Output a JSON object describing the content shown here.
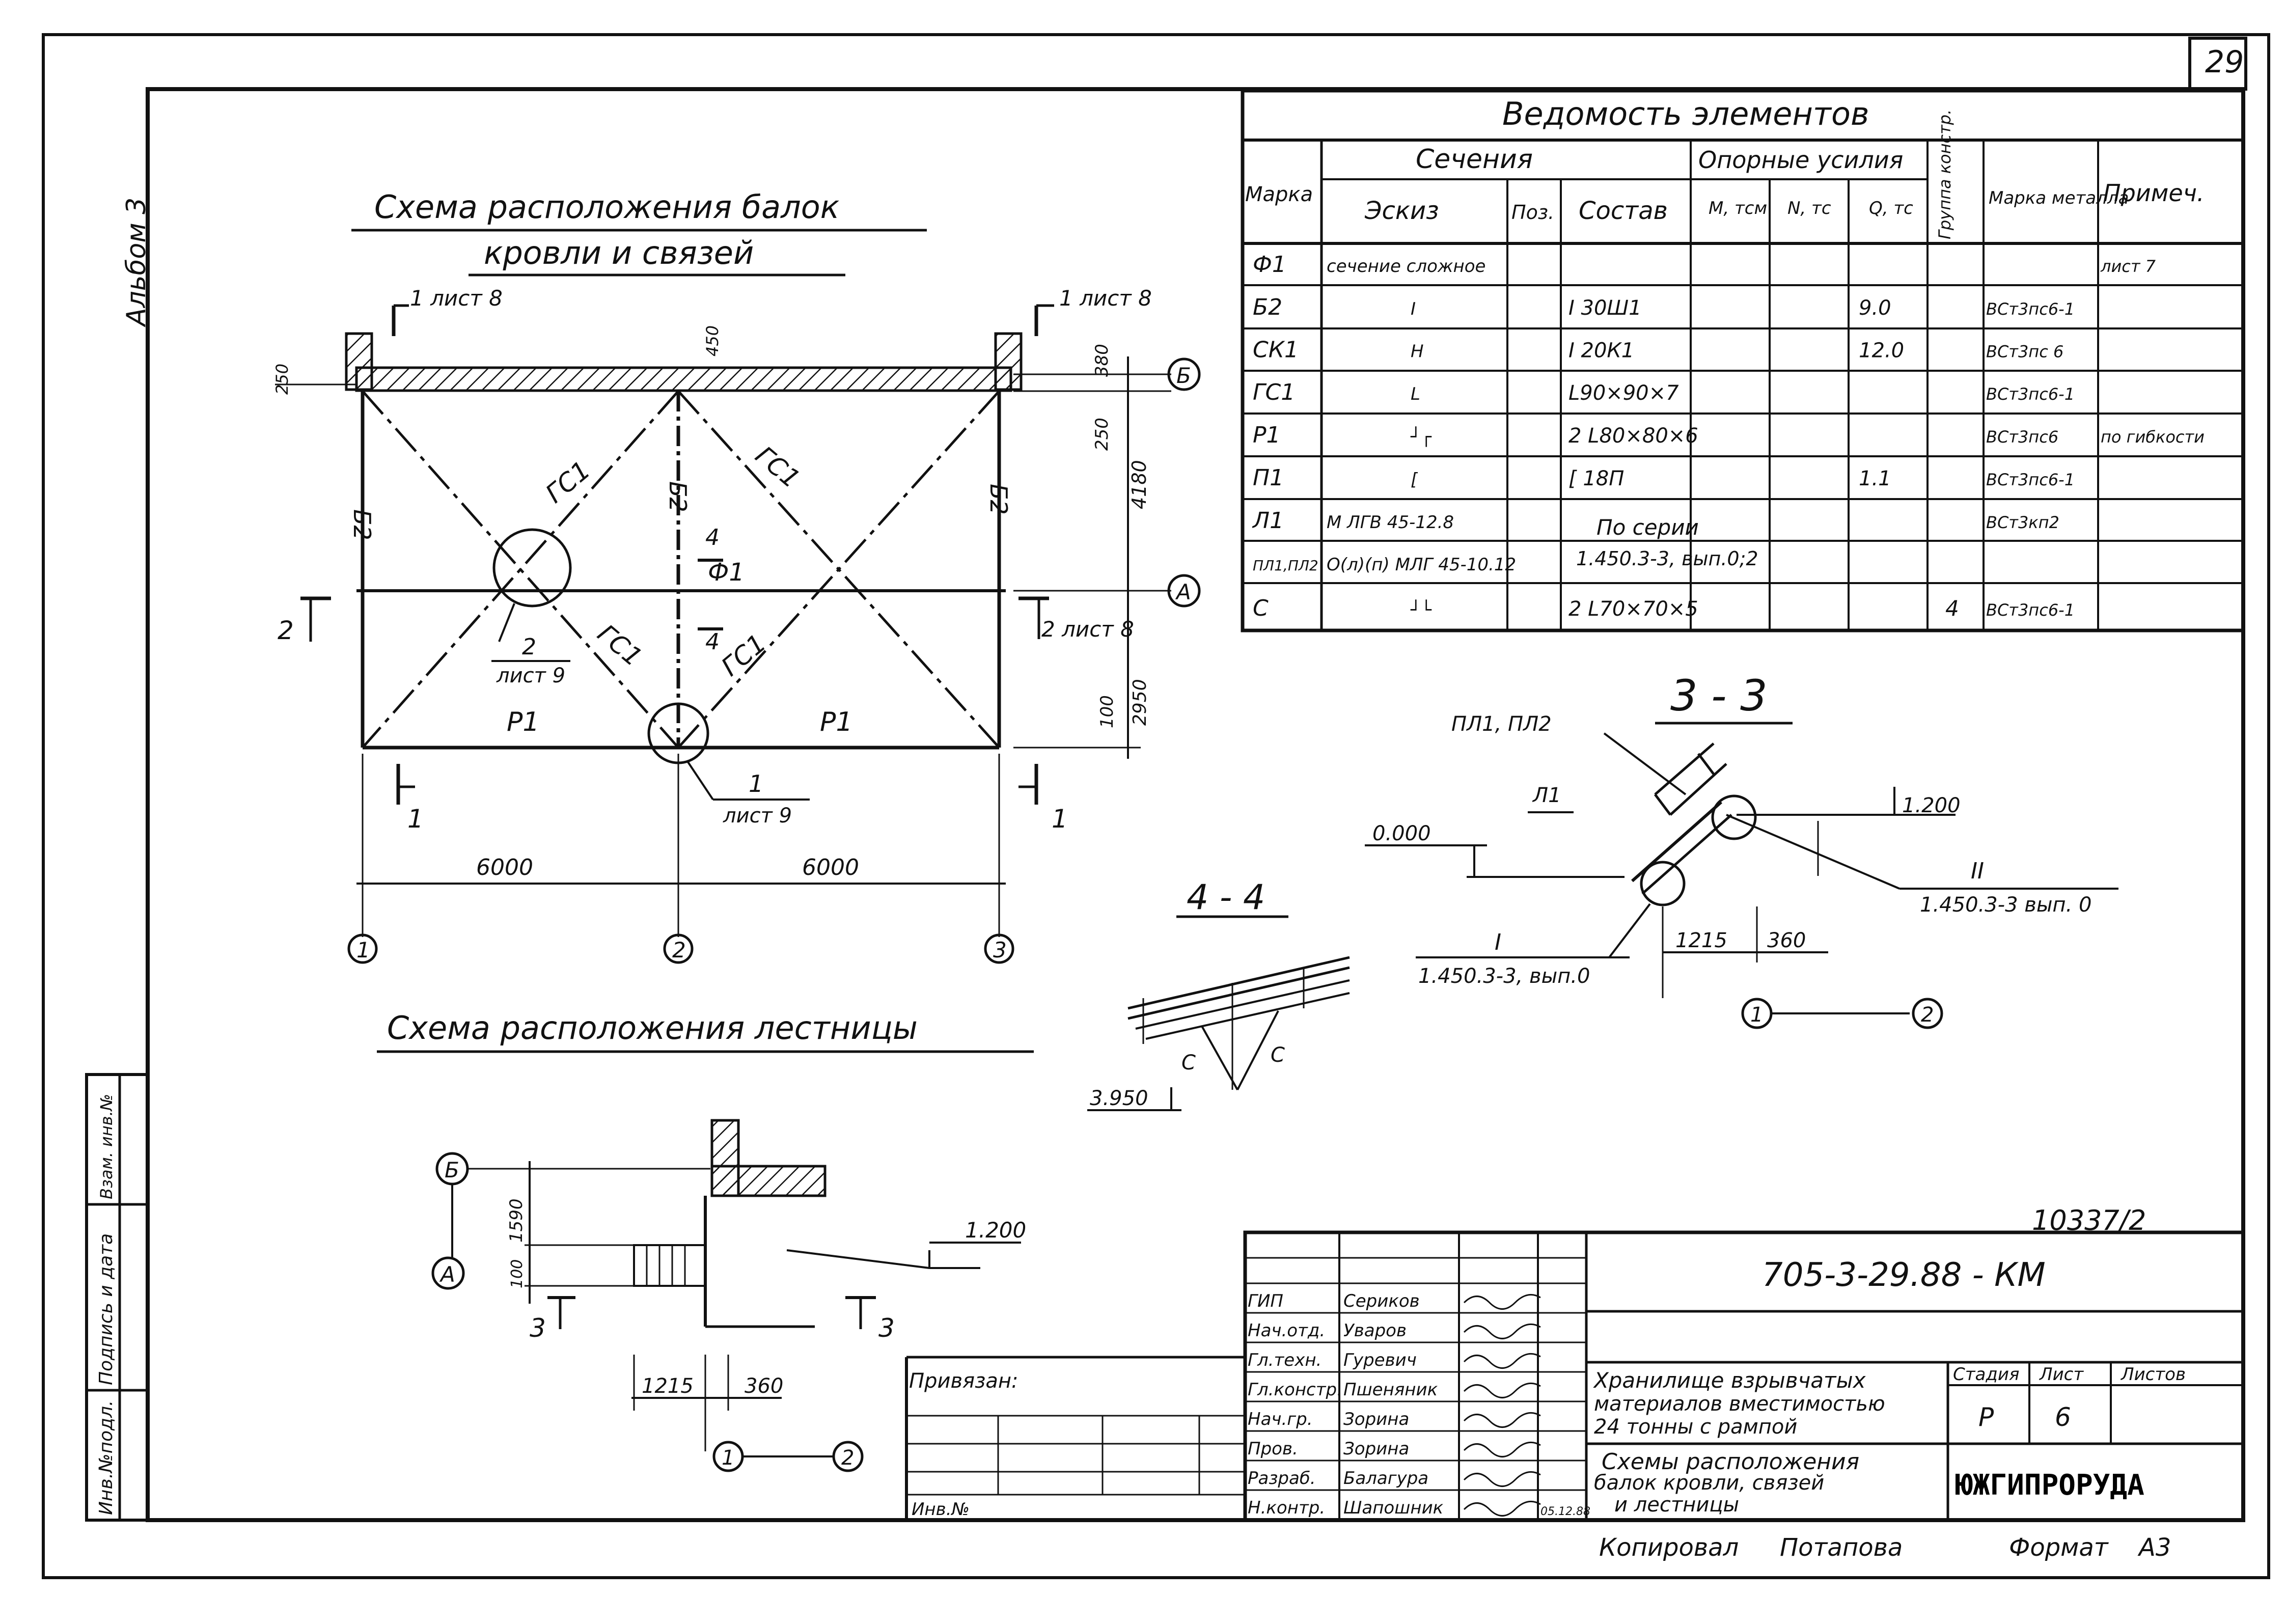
{
  "sheet": {
    "page_number": "29",
    "album": "Альбом 3",
    "copy_number": "10337/2",
    "code": "705-3-29.88 - КМ",
    "copied_by": "Копировал",
    "copier": "Потапова",
    "format_label": "Формат",
    "format": "А3"
  },
  "side_stamp": [
    "Инв.№подл.",
    "Подпись и дата",
    "Взам. инв.№"
  ],
  "plan": {
    "title_line1": "Схема   расположения   балок",
    "title_line2": "кровли  и  связей",
    "axes_letters": [
      "Б",
      "А"
    ],
    "axes_numbers": [
      "1",
      "2",
      "3"
    ],
    "dim_6000_a": "6000",
    "dim_6000_b": "6000",
    "dims_v": [
      "250",
      "450",
      "380",
      "250",
      "4180",
      "100",
      "2950"
    ],
    "elements": {
      "b2_l": "Б2",
      "b2_m": "Б2",
      "b2_r": "Б2",
      "gs_1": "ГС1",
      "gs_2": "ГС1",
      "gs_3": "ГС1",
      "gs_4": "ГС1",
      "f1": "Ф1",
      "r1_l": "Р1",
      "r1_r": "Р1"
    },
    "sections": {
      "s1_top_l": "1 лист 8",
      "s1_top_r": "1 лист 8",
      "s2_l": "2",
      "s2_r": "2 лист 8",
      "s4_top": "4",
      "s4_bot": "4",
      "s1_bot_l": "1",
      "s1_bot_r": "1"
    },
    "callouts": {
      "c2_num": "2",
      "c2_sheet": "лист 9",
      "c1_num": "1",
      "c1_sheet": "лист 9"
    }
  },
  "stair": {
    "title": "Схема   расположения   лестницы",
    "axes": [
      "Б",
      "А",
      "1",
      "2"
    ],
    "dims": [
      "1590",
      "100",
      "1215",
      "360"
    ],
    "level": "1.200",
    "section_l": "3",
    "section_r": "3"
  },
  "section_33": {
    "title": "3 - 3",
    "label_pl": "ПЛ1, ПЛ2",
    "label_l1": "Л1",
    "level_0": "0.000",
    "level_1": "1.200",
    "ref_i_mark": "I",
    "ref_i": "1.450.3-3, вып.0",
    "ref_ii_mark": "II",
    "ref_ii": "1.450.3-3 вып. 0",
    "dims": [
      "1215",
      "360"
    ],
    "axes": [
      "1",
      "2"
    ]
  },
  "section_44": {
    "title": "4 - 4",
    "level": "3.950",
    "c_l": "С",
    "c_r": "С"
  },
  "table": {
    "title": "Ведомость   элементов",
    "h_mark": "Марка",
    "h_sections": "Сечения",
    "h_sketch": "Эскиз",
    "h_pos": "Поз.",
    "h_comp": "Состав",
    "h_forces": "Опорные усилия",
    "h_m": "M, тсм",
    "h_n": "N, тс",
    "h_q": "Q, тс",
    "h_group": "Группа констр.",
    "h_metal": "Марка металла",
    "h_note": "Примеч.",
    "rows": [
      {
        "mark": "Ф1",
        "sketch": "сечение сложное",
        "comp": "",
        "q": "",
        "group": "",
        "metal": "",
        "note": "лист 7"
      },
      {
        "mark": "Б2",
        "sketch": "I",
        "comp": "I 30Ш1",
        "q": "9.0",
        "group": "",
        "metal": "ВСт3пс6-1",
        "note": ""
      },
      {
        "mark": "СК1",
        "sketch": "H",
        "comp": "I 20К1",
        "q": "12.0",
        "group": "",
        "metal": "ВСт3пс 6",
        "note": ""
      },
      {
        "mark": "ГС1",
        "sketch": "L",
        "comp": "L90×90×7",
        "q": "",
        "group": "",
        "metal": "ВСт3пс6-1",
        "note": ""
      },
      {
        "mark": "Р1",
        "sketch": "┘┌",
        "comp": "2 L80×80×6",
        "q": "",
        "group": "",
        "metal": "ВСт3пс6",
        "note": "по гибкости"
      },
      {
        "mark": "П1",
        "sketch": "[",
        "comp": "[ 18П",
        "q": "1.1",
        "group": "",
        "metal": "ВСт3пс6-1",
        "note": ""
      },
      {
        "mark": "Л1",
        "sketch": "М ЛГВ 45-12.8",
        "comp": "",
        "q": "",
        "group": "",
        "metal": "ВСт3кп2",
        "note": ""
      },
      {
        "mark": "ПЛ1,ПЛ2",
        "sketch": "О(л)(п) МЛГ 45-10.12",
        "comp": "",
        "q": "",
        "group": "",
        "metal": "",
        "note": ""
      },
      {
        "mark": "С",
        "sketch": "┘└",
        "comp": "2 L70×70×5",
        "q": "",
        "group": "4",
        "metal": "ВСт3пс6-1",
        "note": ""
      }
    ],
    "series_line1": "По серии",
    "series_line2": "1.450.3-3, вып.0;2"
  },
  "stamp": {
    "roles": [
      "ГИП",
      "Нач.отд.",
      "Гл.техн.",
      "Гл.констр.",
      "Нач.гр.",
      "Пров.",
      "Разраб.",
      "Н.контр."
    ],
    "names": [
      "Сериков",
      "Уваров",
      "Гуревич",
      "Пшеняник",
      "Зорина",
      "Зорина",
      "Балагура",
      "Шапошник"
    ],
    "date": "05.12.88",
    "bound_label": "Привязан:",
    "inv_label": "Инв.№",
    "object": [
      "Хранилище  взрывчатых",
      "материалов вместимостью",
      "24 тонны с рампой"
    ],
    "drawing": [
      "Схемы  расположения",
      "балок кровли, связей",
      "и  лестницы"
    ],
    "stage_label": "Стадия",
    "sheet_label": "Лист",
    "sheets_label": "Листов",
    "stage": "Р",
    "sheet": "6",
    "org": "ЮЖГИПРОРУДА"
  }
}
